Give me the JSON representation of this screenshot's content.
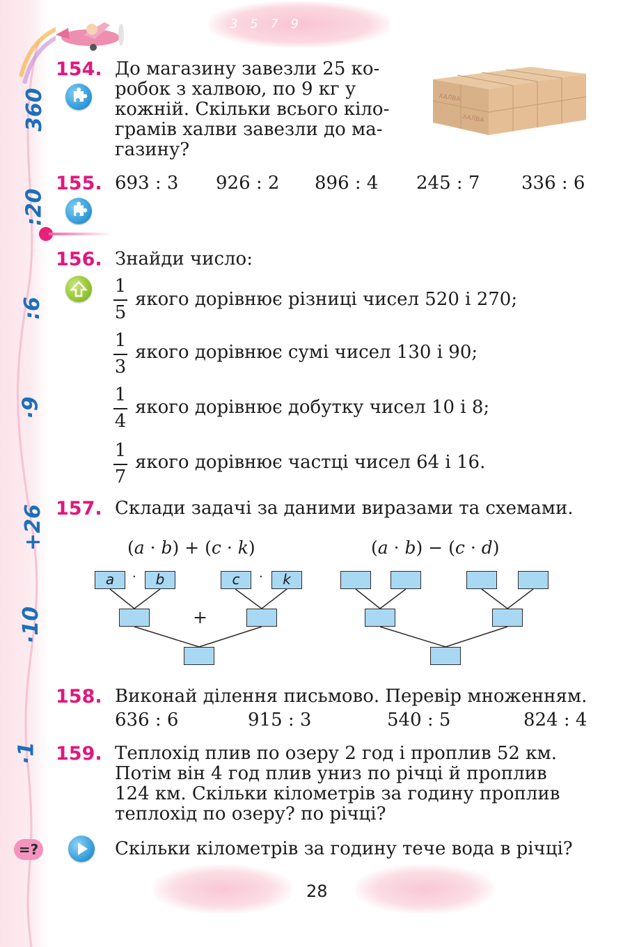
{
  "side_numbers": [
    "360",
    ":20",
    ":6",
    "·9",
    "+26",
    "·10",
    "·1"
  ],
  "cloud_digits": "3 5 7 9",
  "tasks": {
    "t154": {
      "number": "154.",
      "lines": [
        "До магазину завезли 25 ко-",
        "робок з халвою, по 9 кг у",
        "кожній. Скільки всього кіло-",
        "грамів халви завезли до ма-",
        "газину?"
      ],
      "box_label": "ХАЛВА"
    },
    "t155": {
      "number": "155.",
      "exprs": [
        "693 : 3",
        "926 : 2",
        "896 : 4",
        "245 : 7",
        "336 : 6"
      ]
    },
    "t156": {
      "number": "156.",
      "intro": "Знайди число:",
      "items": [
        {
          "num": "1",
          "den": "5",
          "text": "якого дорівнює різниці чисел 520 і 270;"
        },
        {
          "num": "1",
          "den": "3",
          "text": "якого дорівнює сумі чисел 130 і 90;"
        },
        {
          "num": "1",
          "den": "4",
          "text": "якого дорівнює добутку чисел 10 і 8;"
        },
        {
          "num": "1",
          "den": "7",
          "text": "якого дорівнює частці чисел 64 і 16."
        }
      ]
    },
    "t157": {
      "number": "157.",
      "text": "Склади задачі за даними виразами та схемами.",
      "formula_left": {
        "p1": "(",
        "a": "a",
        "dot1": " · ",
        "b": "b",
        "p2": ") + (",
        "c": "c",
        "dot2": " · ",
        "k": "k",
        "p3": ")"
      },
      "formula_right": {
        "p1": "(",
        "a": "a",
        "dot1": " · ",
        "b": "b",
        "p2": ") − (",
        "c": "c",
        "dot2": " · ",
        "d": "d",
        "p3": ")"
      },
      "box_labels": [
        "a",
        "b",
        "c",
        "k"
      ],
      "dot": "·",
      "plus": "+"
    },
    "t158": {
      "number": "158.",
      "text": "Виконай ділення письмово. Перевір множенням.",
      "exprs": [
        "636 : 6",
        "915 : 3",
        "540 : 5",
        "824 : 4"
      ]
    },
    "t159": {
      "number": "159.",
      "lines": [
        "Теплохід плив по озеру 2 год і проплив 52 км.",
        "Потім він 4 год плив униз по річці й проплив",
        "124 км. Скільки кілометрів за годину проплив",
        "теплохід по озеру? по річці?"
      ],
      "extra": "Скільки кілометрів за годину тече вода в річці?"
    }
  },
  "eq_badge": "=?",
  "page_number": "28",
  "icons": {
    "puzzle": "puzzle-icon",
    "arrow_up": "arrow-up-icon",
    "play": "play-icon"
  },
  "colors": {
    "task_number": "#e0177e",
    "side_number": "#1d6fb8",
    "diagram_box": "#a9d8f3"
  }
}
